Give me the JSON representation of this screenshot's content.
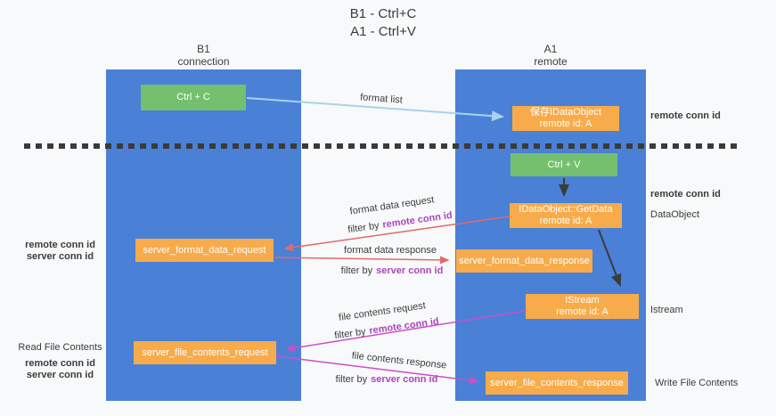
{
  "title": {
    "line1": "B1 - Ctrl+C",
    "line2": "A1 - Ctrl+V"
  },
  "columns": {
    "left": {
      "name": "B1",
      "subtitle": "connection"
    },
    "right": {
      "name": "A1",
      "subtitle": "remote"
    }
  },
  "nodes": {
    "ctrl_c": "Ctrl + C",
    "ctrl_v": "Ctrl + V",
    "save_dataobject": {
      "line1": "保存IDataObject",
      "line2": "remote id: A"
    },
    "getdata": {
      "line1": "IDataObject::GetData",
      "line2": "remote id: A"
    },
    "istream": {
      "line1": "IStream",
      "line2": "remote id: A"
    },
    "server_format_data_request": "server_format_data_request",
    "server_format_data_response": "server_format_data_response",
    "server_file_contents_request": "server_file_contents_request",
    "server_file_contents_response": "server_file_contents_response"
  },
  "edge_labels": {
    "format_list": "format list",
    "format_data_request": "format data request",
    "format_data_response": "format data response",
    "file_contents_request": "file contents request",
    "file_contents_response": "file contents response",
    "filter_by": "filter by",
    "remote_conn_id": "remote conn id",
    "server_conn_id": "server conn id"
  },
  "side_labels": {
    "remote_conn_id": "remote conn id",
    "server_conn_id": "server conn id",
    "dataobject": "DataObject",
    "istream": "Istream",
    "read_file_contents": "Read File Contents",
    "write_file_contents": "Write File Contents"
  },
  "colors": {
    "bg": "#f8f9fa",
    "blue": "#4a80d6",
    "green": "#74c06f",
    "orange": "#f8ab4a",
    "red": "#e06a6a",
    "magenta": "#c94fc9",
    "purple_text": "#ab47bc",
    "green_text": "#6aa84f",
    "light_blue": "#a8d2ee"
  }
}
